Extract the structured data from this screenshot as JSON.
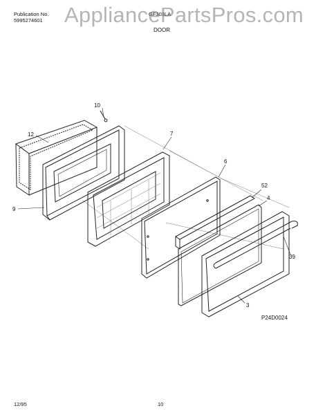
{
  "header": {
    "publication_label": "Publication No.",
    "publication_number": "5995274601",
    "model": "GF303LA",
    "section_title": "DOOR"
  },
  "watermark": "AppliancePartsPros.com",
  "diagram": {
    "callouts": [
      "10",
      "12",
      "7",
      "9",
      "6",
      "52",
      "4",
      "39",
      "3"
    ],
    "code": "P24D0024"
  },
  "footer": {
    "date": "12/95",
    "page": "10"
  }
}
